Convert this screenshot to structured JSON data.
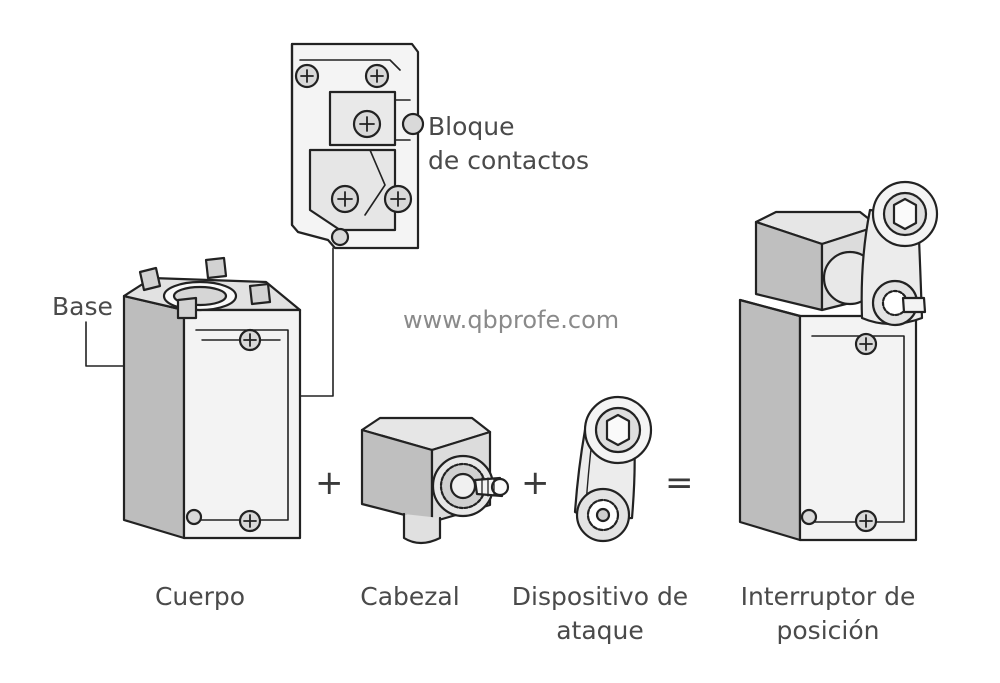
{
  "watermark": "www.qbprofe.com",
  "callouts": {
    "base": "Base",
    "contact_block_line1": "Bloque",
    "contact_block_line2": "de contactos"
  },
  "operators": {
    "plus1": "+",
    "plus2": "+",
    "equals": "="
  },
  "parts": {
    "body": "Cuerpo",
    "head": "Cabezal",
    "actuator_line1": "Dispositivo de",
    "actuator_line2": "ataque",
    "switch_line1": "Interruptor de",
    "switch_line2": "posición"
  }
}
